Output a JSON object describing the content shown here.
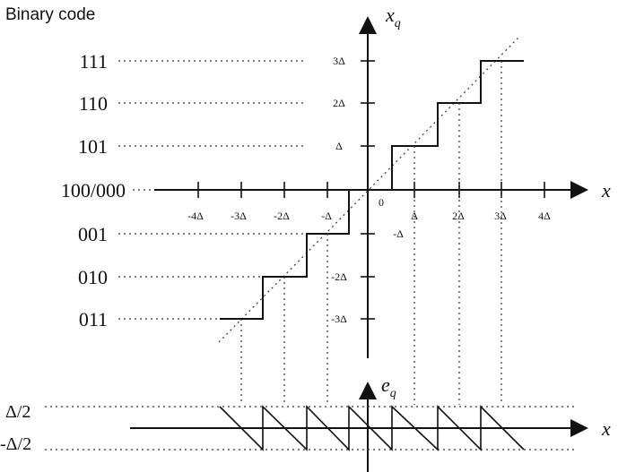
{
  "title": "Binary code",
  "codes": [
    "111",
    "110",
    "101",
    "100/000",
    "001",
    "010",
    "011"
  ],
  "y_tick_labels": [
    "3Δ",
    "2Δ",
    "Δ",
    "-Δ",
    "-2Δ",
    "-3Δ"
  ],
  "x_tick_labels": [
    "-4Δ",
    "-3Δ",
    "-2Δ",
    "-Δ",
    "0",
    "Δ",
    "2Δ",
    "3Δ",
    "4Δ"
  ],
  "axis": {
    "xq_main": "x",
    "xq_sub": "q",
    "x_right": "x",
    "eq_main": "e",
    "eq_sub": "q",
    "x_bottom": "x"
  },
  "error_labels": [
    "Δ/2",
    "-Δ/2"
  ]
}
